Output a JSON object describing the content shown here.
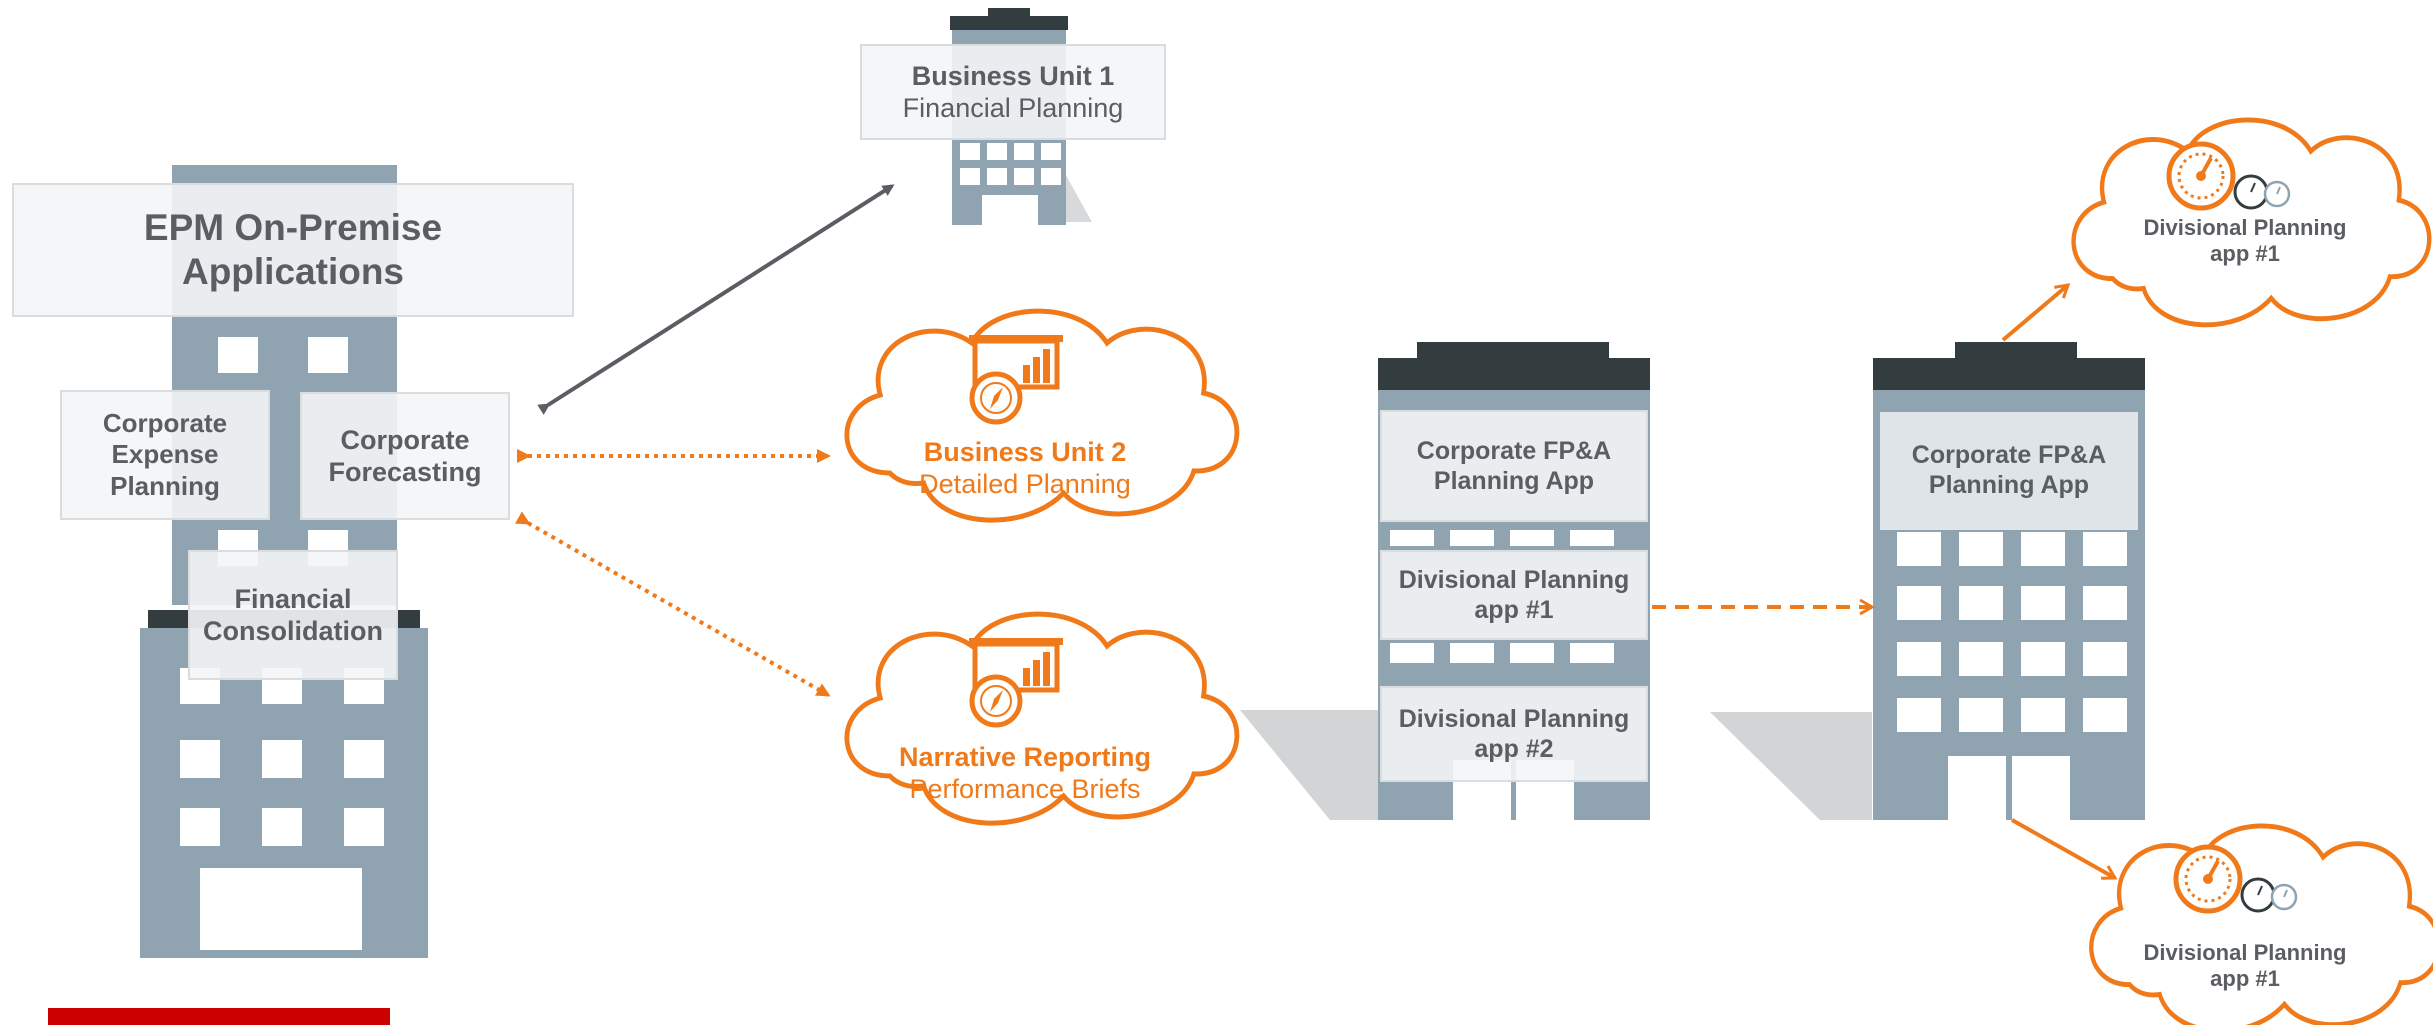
{
  "colors": {
    "building": "#8fa3b1",
    "roof": "#333c3f",
    "window": "#ffffff",
    "shadow": "#c7c9cb",
    "orange": "#f07a1a",
    "gray_arrow": "#5a5e62",
    "text_gray": "#5a5e62",
    "accent_bar": "#cc0000"
  },
  "onprem": {
    "title_line1": "EPM On-Premise",
    "title_line2": "Applications",
    "expense_line1": "Corporate",
    "expense_line2": "Expense",
    "expense_line3": "Planning",
    "forecast_line1": "Corporate",
    "forecast_line2": "Forecasting",
    "consolidation_line1": "Financial",
    "consolidation_line2": "Consolidation"
  },
  "bu1": {
    "line1": "Business Unit 1",
    "line2": "Financial Planning"
  },
  "bu2_cloud": {
    "line1": "Business Unit 2",
    "line2": "Detailed Planning",
    "icon": "compass-chart-icon"
  },
  "narrative_cloud": {
    "line1": "Narrative Reporting",
    "line2": "Performance Briefs",
    "icon": "compass-chart-icon"
  },
  "middle_building": {
    "fpa_line1": "Corporate FP&A",
    "fpa_line2": "Planning App",
    "div1_line1": "Divisional Planning",
    "div1_line2": "app #1",
    "div2_line1": "Divisional Planning",
    "div2_line2": "app #2"
  },
  "right_building": {
    "fpa_line1": "Corporate FP&A",
    "fpa_line2": "Planning App"
  },
  "top_cloud": {
    "line1": "Divisional Planning",
    "line2": "app #1",
    "icon": "gauges-icon"
  },
  "bottom_cloud": {
    "line1": "Divisional Planning",
    "line2": "app #1",
    "icon": "gauges-icon"
  }
}
